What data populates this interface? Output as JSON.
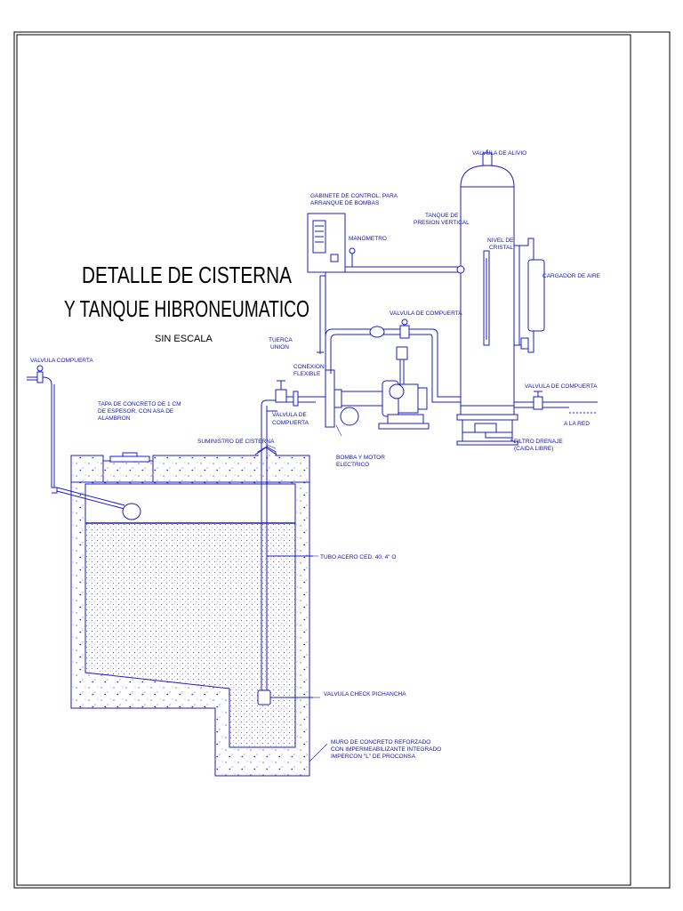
{
  "title": {
    "line1": "DETALLE DE CISTERNA",
    "line2": "Y TANQUE HIBRONEUMATICO",
    "scale": "SIN ESCALA"
  },
  "labels": {
    "valvula_alivio": "VALVULA DE ALIVIO",
    "gabinete_1": "GABINETE DE CONTROL, PARA",
    "gabinete_2": "ARRANQUE DE BOMBAS",
    "manometro": "MANÓMETRO",
    "tanque_1": "TANQUE DE",
    "tanque_2": "PRESION VERTICAL",
    "nivel_1": "NIVEL DE",
    "nivel_2": "CRISTAL",
    "cargador": "CARGADOR DE AIRE",
    "valvula_compuerta_top": "VALVULA DE COMPUERTA",
    "tuerca_1": "TUERCA",
    "tuerca_2": "UNION",
    "conexion_1": "CONEXION",
    "conexion_2": "FLEXIBLE",
    "valvula_compuerta_left": "VALVULA COMPUERTA",
    "tapa_1": "TAPA DE CONCRETO DE 1 CM",
    "tapa_2": "DE ESPESOR, CON ASA DE",
    "tapa_3": "ALAMBRON",
    "valvula_de_1": "VALVULA DE",
    "valvula_de_2": "COMPUERTA",
    "valvula_compuerta_right": "VALVULA DE COMPUERTA",
    "a_la_red": "A LA RED",
    "suministro": "SUMINISTRO DE CISTERNA",
    "bomba_1": "BOMBA Y MOTOR",
    "bomba_2": "ELECTRICO",
    "filtro_1": "FILTRO DRENAJE",
    "filtro_2": "(CAIDA LIBRE)",
    "tubo": "TUBO ACERO CED. 40, 4\" O",
    "check": "VALVULA CHECK PICHANCHA",
    "muro_1": "MURO DE CONCRETO REFORZADO",
    "muro_2": "CON IMPERMEABILIZANTE INTEGRADO",
    "muro_3": "IMPERCON \"L\" DE PROCONSA"
  },
  "colors": {
    "line": "#1a1ad8",
    "frame": "#000000",
    "title": "#000000"
  }
}
